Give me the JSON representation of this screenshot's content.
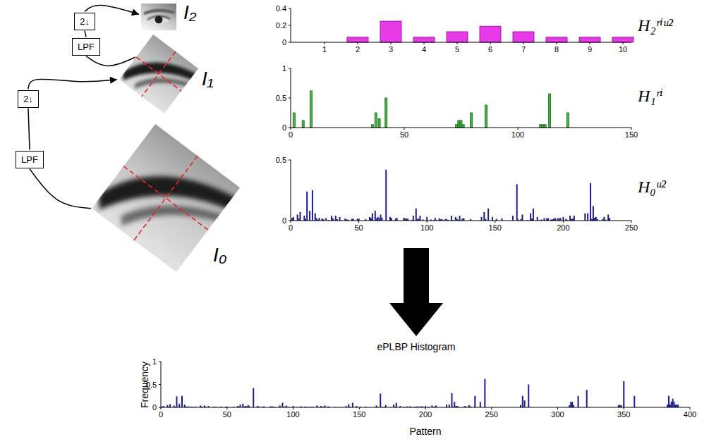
{
  "diagram": {
    "nodes": [
      {
        "text": [
          "I₀"
        ]
      },
      {
        "text": [
          "LPF"
        ]
      },
      {
        "text": [
          "2↓"
        ]
      },
      {
        "text": [
          "I₁"
        ]
      },
      {
        "text": [
          "LPF"
        ]
      },
      {
        "text": [
          "2↓"
        ]
      },
      {
        "text": [
          "I₂"
        ]
      }
    ],
    "edges": [
      {
        "from": 0,
        "to": 1,
        "arrow": "none"
      },
      {
        "from": 1,
        "to": 2,
        "arrow": "none"
      },
      {
        "from": 2,
        "to": 3,
        "arrow": "to"
      },
      {
        "from": 3,
        "to": 4,
        "arrow": "none"
      },
      {
        "from": 4,
        "to": 5,
        "arrow": "none"
      },
      {
        "from": 5,
        "to": 6,
        "arrow": "to"
      }
    ],
    "labels": [
      "0.4",
      "0.2",
      "0",
      "1",
      "2",
      "3",
      "4",
      "5",
      "6",
      "7",
      "8",
      "9",
      "10",
      "H₂ʳⁱᵘ²",
      "1",
      "0.5",
      "0",
      "0",
      "50",
      "100",
      "150",
      "H₁ʳⁱ",
      "0.5",
      "0",
      "0",
      "50",
      "100",
      "150",
      "200",
      "250",
      "H₀ᵘ²",
      "ePLBP Histogram",
      "1",
      "0.5",
      "0",
      "0",
      "50",
      "100",
      "150",
      "200",
      "250",
      "300",
      "350",
      "400",
      "Frequency",
      "Pattern"
    ]
  }
}
